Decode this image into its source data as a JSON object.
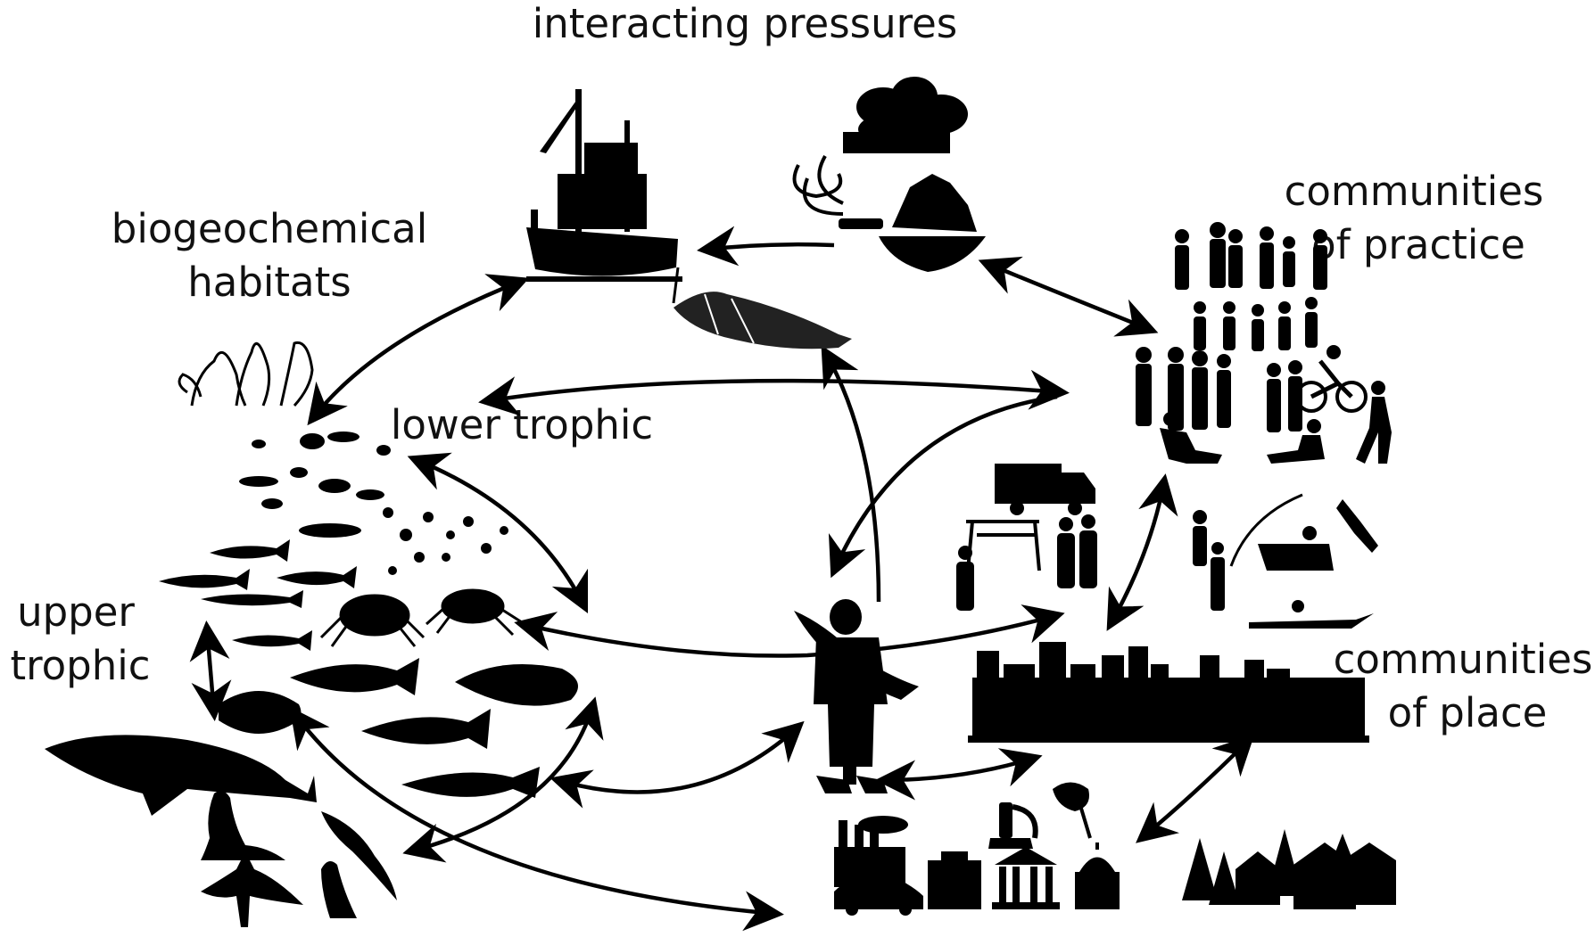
{
  "labels": {
    "interacting_pressures": "interacting pressures",
    "biogeochemical_line1": "biogeochemical",
    "biogeochemical_line2": "habitats",
    "lower_trophic": "lower trophic",
    "upper_trophic_line1": "upper",
    "upper_trophic_line2": "trophic",
    "communities_practice_line1": "communities",
    "communities_practice_line2": "of practice",
    "communities_place_line1": "communities",
    "communities_place_line2": "of place"
  },
  "colors": {
    "ink": "#000000",
    "background": "#ffffff"
  }
}
